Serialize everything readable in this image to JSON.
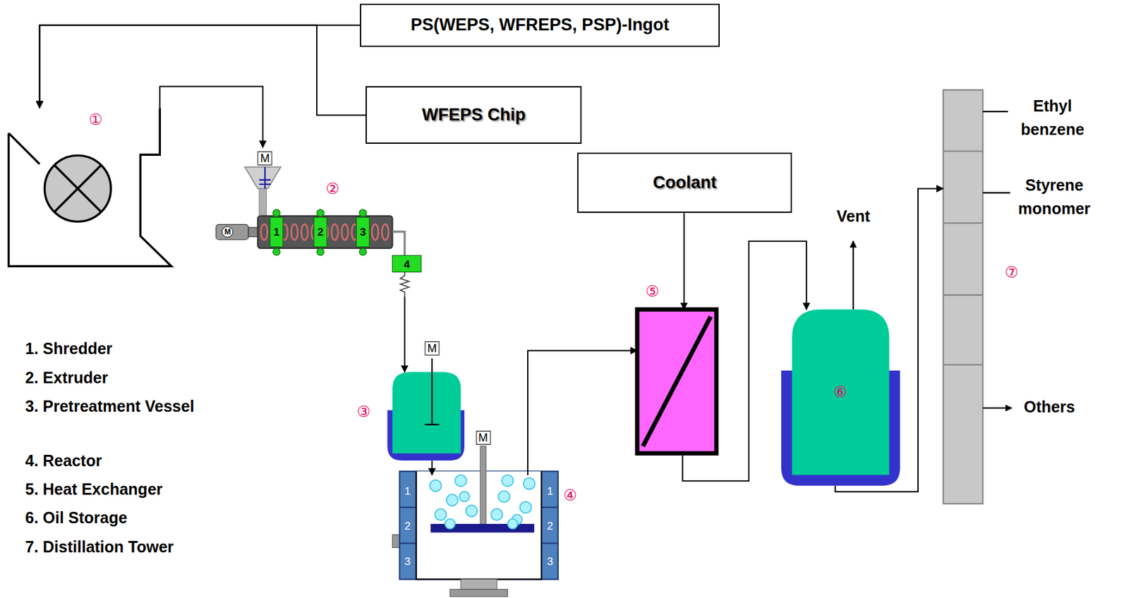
{
  "diagram": {
    "nodes": [
      {
        "text": [
          "PS(WEPS, WFREPS, PSP)-Ingot"
        ]
      },
      {
        "text": [
          "WFEPS Chip"
        ]
      },
      {
        "text": [
          "①"
        ]
      },
      {
        "text": [
          "②"
        ]
      },
      {
        "text": [
          "Coolant"
        ]
      },
      {
        "text": [
          "③"
        ]
      },
      {
        "text": [
          "④"
        ]
      },
      {
        "text": [
          "⑤"
        ]
      },
      {
        "text": [
          "⑥"
        ]
      },
      {
        "text": [
          "⑦"
        ]
      }
    ],
    "edges": [
      {
        "from": 0,
        "to": 2,
        "arrow": "to"
      },
      {
        "from": 1,
        "to": 2,
        "arrow": "to"
      },
      {
        "from": 2,
        "to": 3,
        "arrow": "to"
      },
      {
        "from": 3,
        "to": 5,
        "arrow": "to"
      },
      {
        "from": 5,
        "to": 6,
        "arrow": "to"
      },
      {
        "from": 6,
        "to": 7,
        "arrow": "to"
      },
      {
        "from": 4,
        "to": 7,
        "arrow": "to"
      },
      {
        "from": 7,
        "to": 8,
        "arrow": "to"
      },
      {
        "from": 8,
        "to": 9,
        "arrow": "to"
      }
    ],
    "labels": [
      "M",
      "M",
      "1",
      "2",
      "3",
      "4",
      "M",
      "M",
      "1",
      "2",
      "3",
      "1",
      "2",
      "3",
      "Vent",
      "Ethyl benzene",
      "Styrene monomer",
      "Others",
      "1. Shredder",
      "2. Extruder",
      "3. Pretreatment Vessel",
      "4. Reactor",
      "5. Heat Exchanger",
      "6. Oil Storage",
      "7. Distillation Tower"
    ]
  }
}
